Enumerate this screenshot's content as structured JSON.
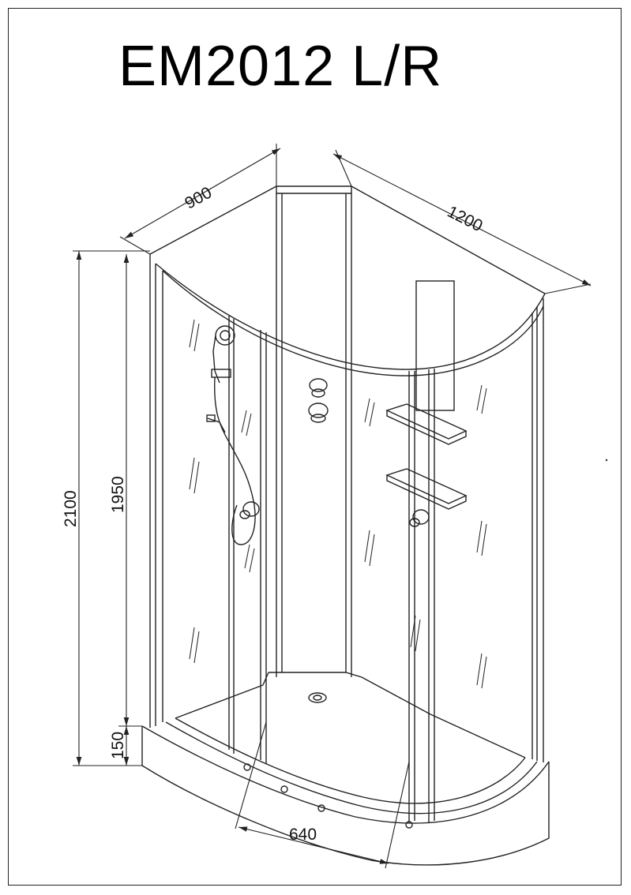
{
  "title": "EM2012 L/R",
  "dimensions": {
    "width_top": "900",
    "depth_top": "1200",
    "height_total": "2100",
    "height_cabin": "1950",
    "height_tray": "150",
    "door_width": "640"
  },
  "colors": {
    "line": "#222222",
    "background": "#ffffff"
  }
}
